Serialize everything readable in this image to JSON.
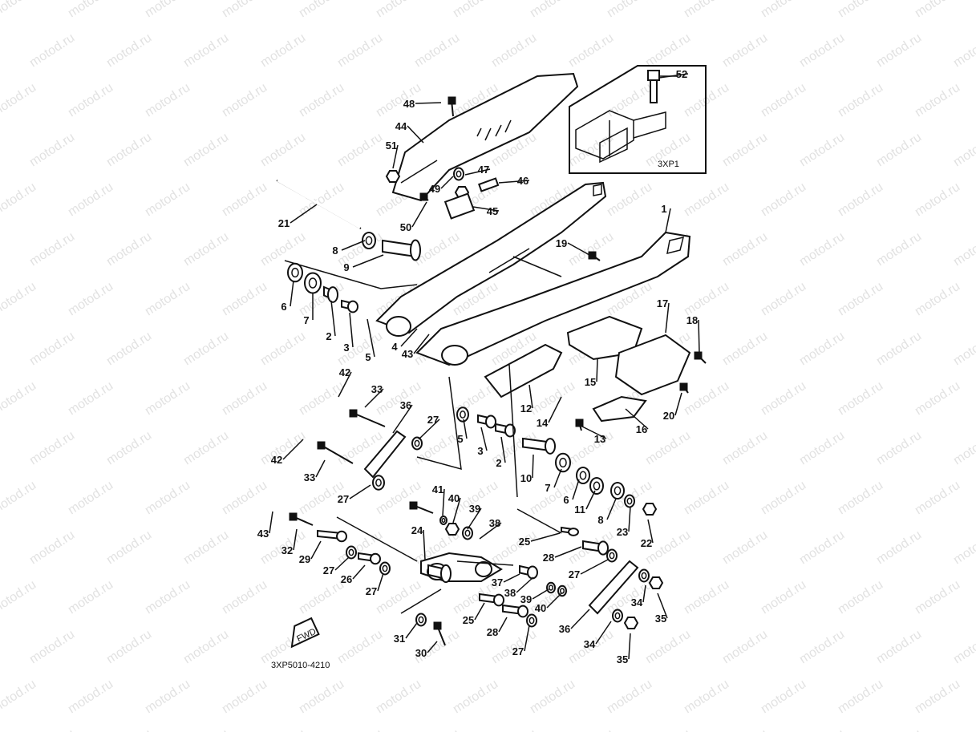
{
  "watermark_text": "motod.ru",
  "diagram_code": "3XP5010-4210",
  "inset_label": "3XP1",
  "fwd_label": "FWD",
  "labels": {
    "l1": "1",
    "l2a": "2",
    "l2b": "2",
    "l3a": "3",
    "l3b": "3",
    "l4": "4",
    "l5a": "5",
    "l5b": "5",
    "l6a": "6",
    "l6b": "6",
    "l7a": "7",
    "l7b": "7",
    "l8a": "8",
    "l8b": "8",
    "l9": "9",
    "l10": "10",
    "l11": "11",
    "l12": "12",
    "l13": "13",
    "l14": "14",
    "l15": "15",
    "l16": "16",
    "l17": "17",
    "l18": "18",
    "l19": "19",
    "l20": "20",
    "l21": "21",
    "l22": "22",
    "l23": "23",
    "l24": "24",
    "l25a": "25",
    "l25b": "25",
    "l26": "26",
    "l27a": "27",
    "l27b": "27",
    "l27c": "27",
    "l27d": "27",
    "l27e": "27",
    "l27f": "27",
    "l28a": "28",
    "l28b": "28",
    "l29": "29",
    "l30": "30",
    "l31": "31",
    "l32": "32",
    "l33a": "33",
    "l33b": "33",
    "l34a": "34",
    "l34b": "34",
    "l35a": "35",
    "l35b": "35",
    "l36a": "36",
    "l36b": "36",
    "l37": "37",
    "l38a": "38",
    "l38b": "38",
    "l39a": "39",
    "l39b": "39",
    "l40a": "40",
    "l40b": "40",
    "l41": "41",
    "l42a": "42",
    "l42b": "42",
    "l43a": "43",
    "l43b": "43",
    "l44": "44",
    "l45": "45",
    "l46": "46",
    "l47": "47",
    "l48": "48",
    "l49": "49",
    "l50": "50",
    "l51": "51",
    "l52": "52"
  }
}
